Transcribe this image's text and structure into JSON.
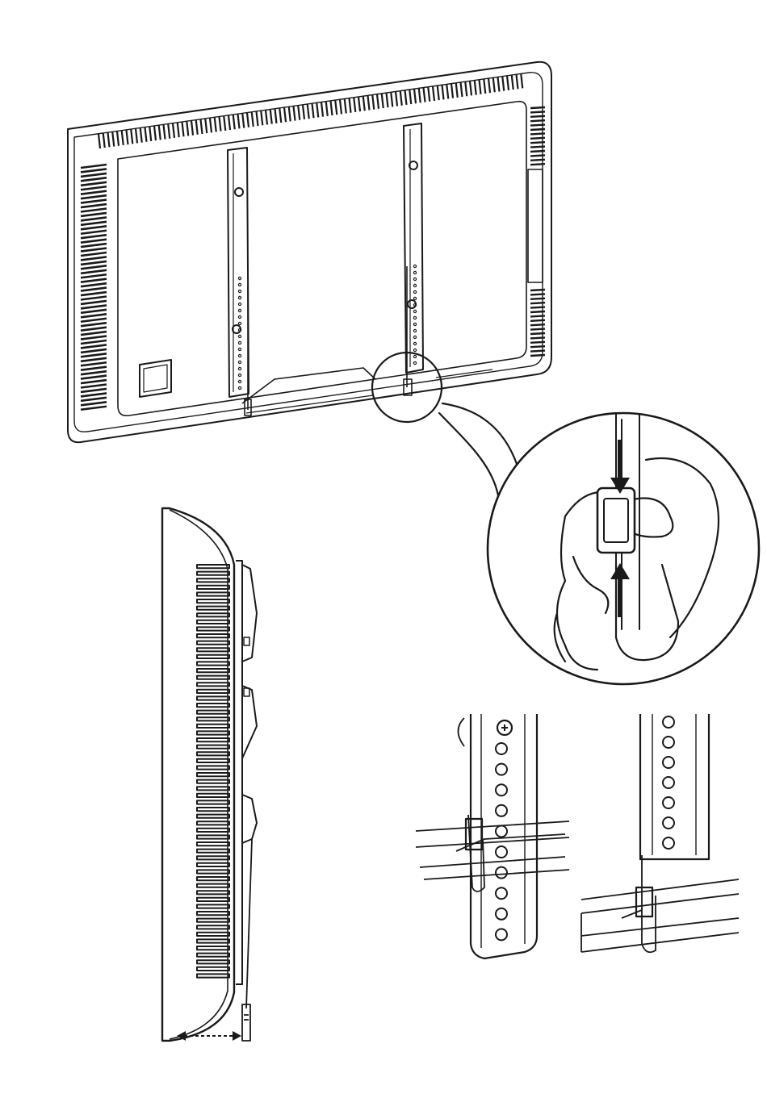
{
  "figure": {
    "panels": [
      "tv-rear-view-with-brackets",
      "zoom-detail-pinch-strap-release",
      "tv-side-profile-with-gap",
      "strap-detail-before",
      "strap-detail-after"
    ],
    "colors": {
      "line": "#1a1a1a",
      "background": "#ffffff",
      "hatch": "#1a1a1a"
    },
    "icons": [
      "arrow-down-icon",
      "arrow-up-icon",
      "double-arrow-icon",
      "screw-icon"
    ]
  }
}
